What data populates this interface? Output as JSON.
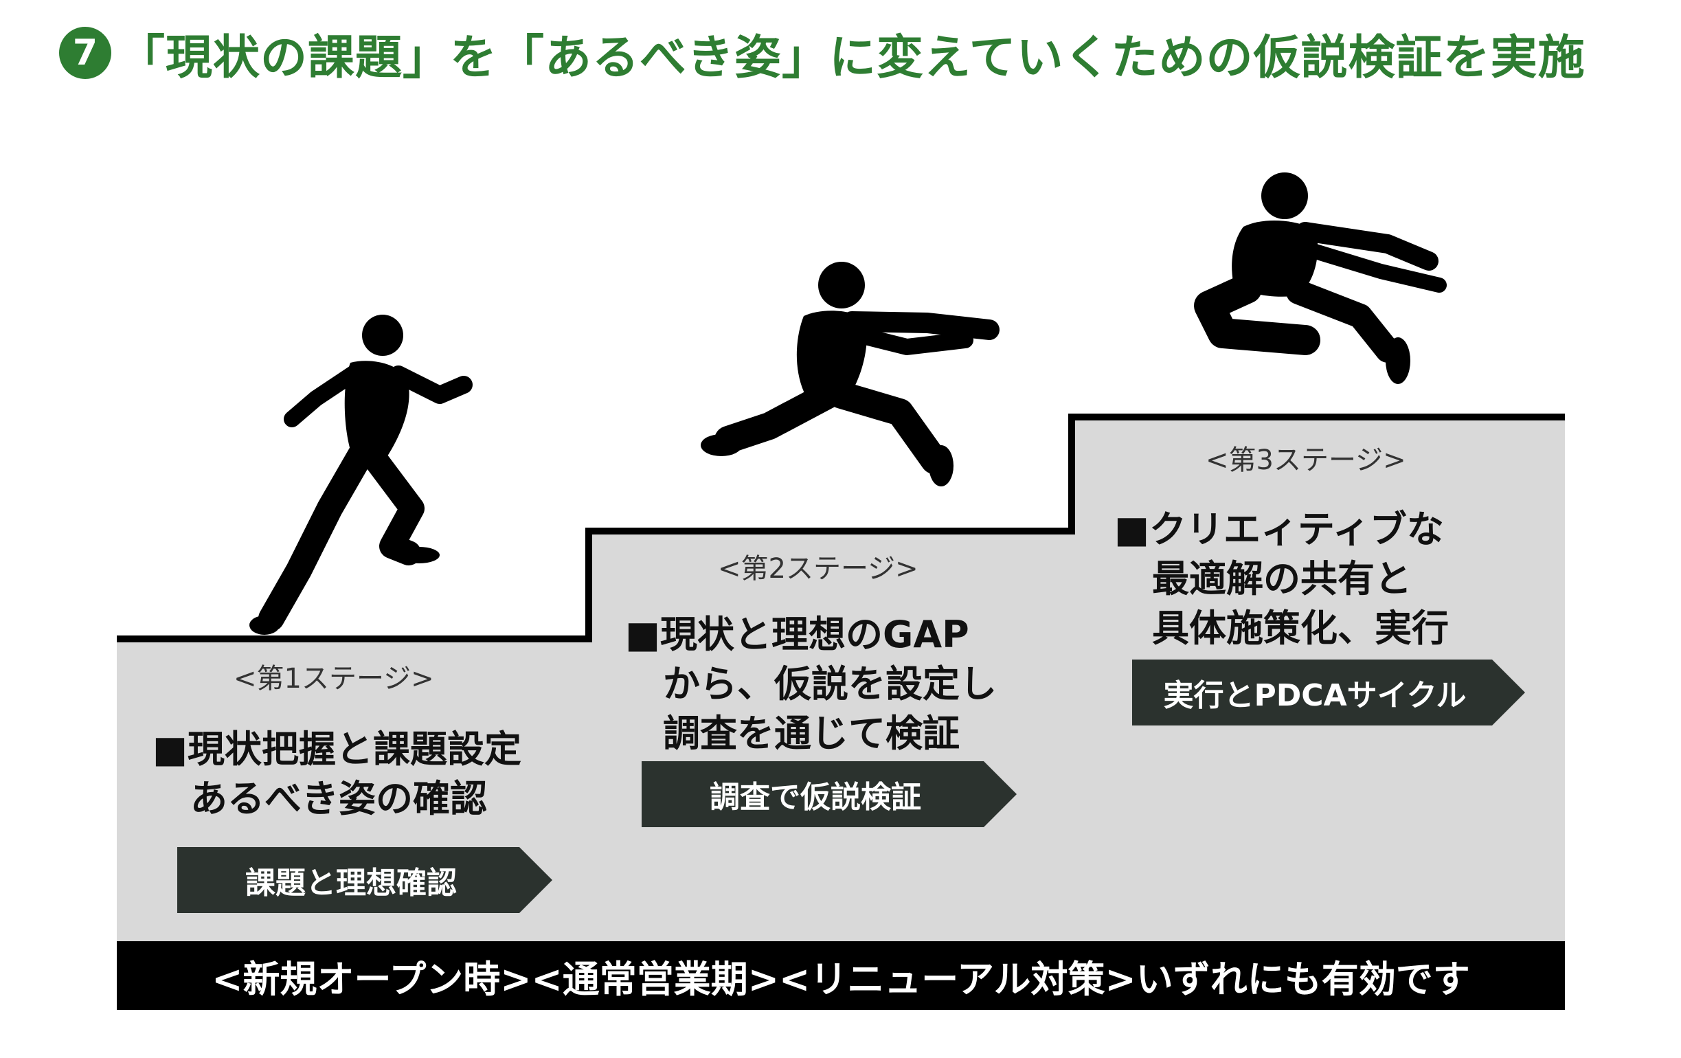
{
  "title": {
    "number": "7",
    "text": "「現状の課題」を「あるべき姿」に変えていくための仮説検証を実施"
  },
  "stages": [
    {
      "label": "<第1ステージ>",
      "desc_lines": [
        "■現状把握と課題設定",
        "あるべき姿の確認"
      ],
      "tag": "課題と理想確認"
    },
    {
      "label": "<第2ステージ>",
      "desc_lines": [
        "■現状と理想のGAP",
        "から、仮説を設定し",
        "調査を通じて検証"
      ],
      "tag": "調査で仮説検証"
    },
    {
      "label": "<第3ステージ>",
      "desc_lines": [
        "■クリエィティブな",
        "最適解の共有と",
        "具体施策化、実行"
      ],
      "tag": "実行とPDCAサイクル"
    }
  ],
  "footer": "<新規オープン時><通常営業期><リニューアル対策>いずれにも有効です",
  "icons": [
    "runner-silhouette-icon",
    "long-jumper-silhouette-icon",
    "flying-jumper-silhouette-icon"
  ],
  "colors": {
    "title_green": "#2e7d32",
    "stair_fill": "#d9d9d9",
    "tag_fill": "#2b322e",
    "footer_fill": "#000000"
  }
}
